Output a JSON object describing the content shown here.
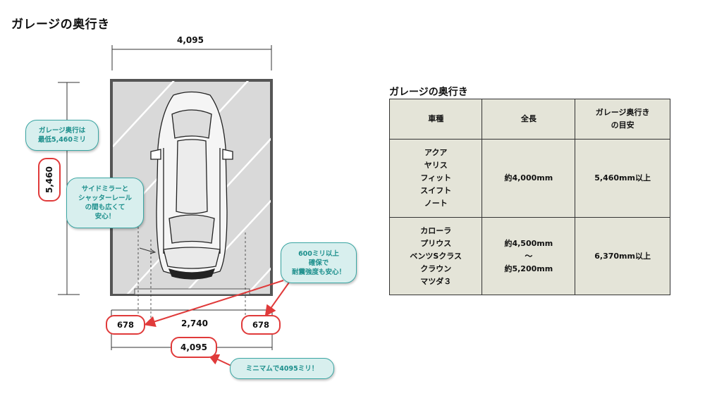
{
  "title": "ガレージの奥行き",
  "diagram": {
    "top_width": "4,095",
    "left_depth": "5,460",
    "bottom_left": "678",
    "bottom_mid": "2,740",
    "bottom_right": "678",
    "bottom_total": "4,095"
  },
  "callouts": {
    "depth_note": "ガレージ奥行は\n最低5,460ミリ",
    "mirror_note": "サイドミラーと\nシャッターレール\nの間も広くて\n安心！",
    "side_note": "600ミリ以上\n確保で\n耐震強度も安心！",
    "minimum_note": "ミニマムで4095ミリ！"
  },
  "table": {
    "title": "ガレージの奥行き",
    "headers": [
      "車種",
      "全長",
      "ガレージ奥行き\nの目安"
    ],
    "rows": [
      [
        "アクア\nヤリス\nフィット\nスイフト\nノート",
        "約4,000mm",
        "5,460mm以上"
      ],
      [
        "カローラ\nプリウス\nベンツSクラス\nクラウン\nマツダ３",
        "約4,500mm\n～\n約5,200mm",
        "6,370mm以上"
      ]
    ]
  },
  "colors": {
    "callout_fill": "#d8efee",
    "callout_text": "#1c8f8c",
    "highlight_red": "#e03a3a",
    "table_fill": "#e4e4d8",
    "garage_floor": "#d9d9d9"
  }
}
